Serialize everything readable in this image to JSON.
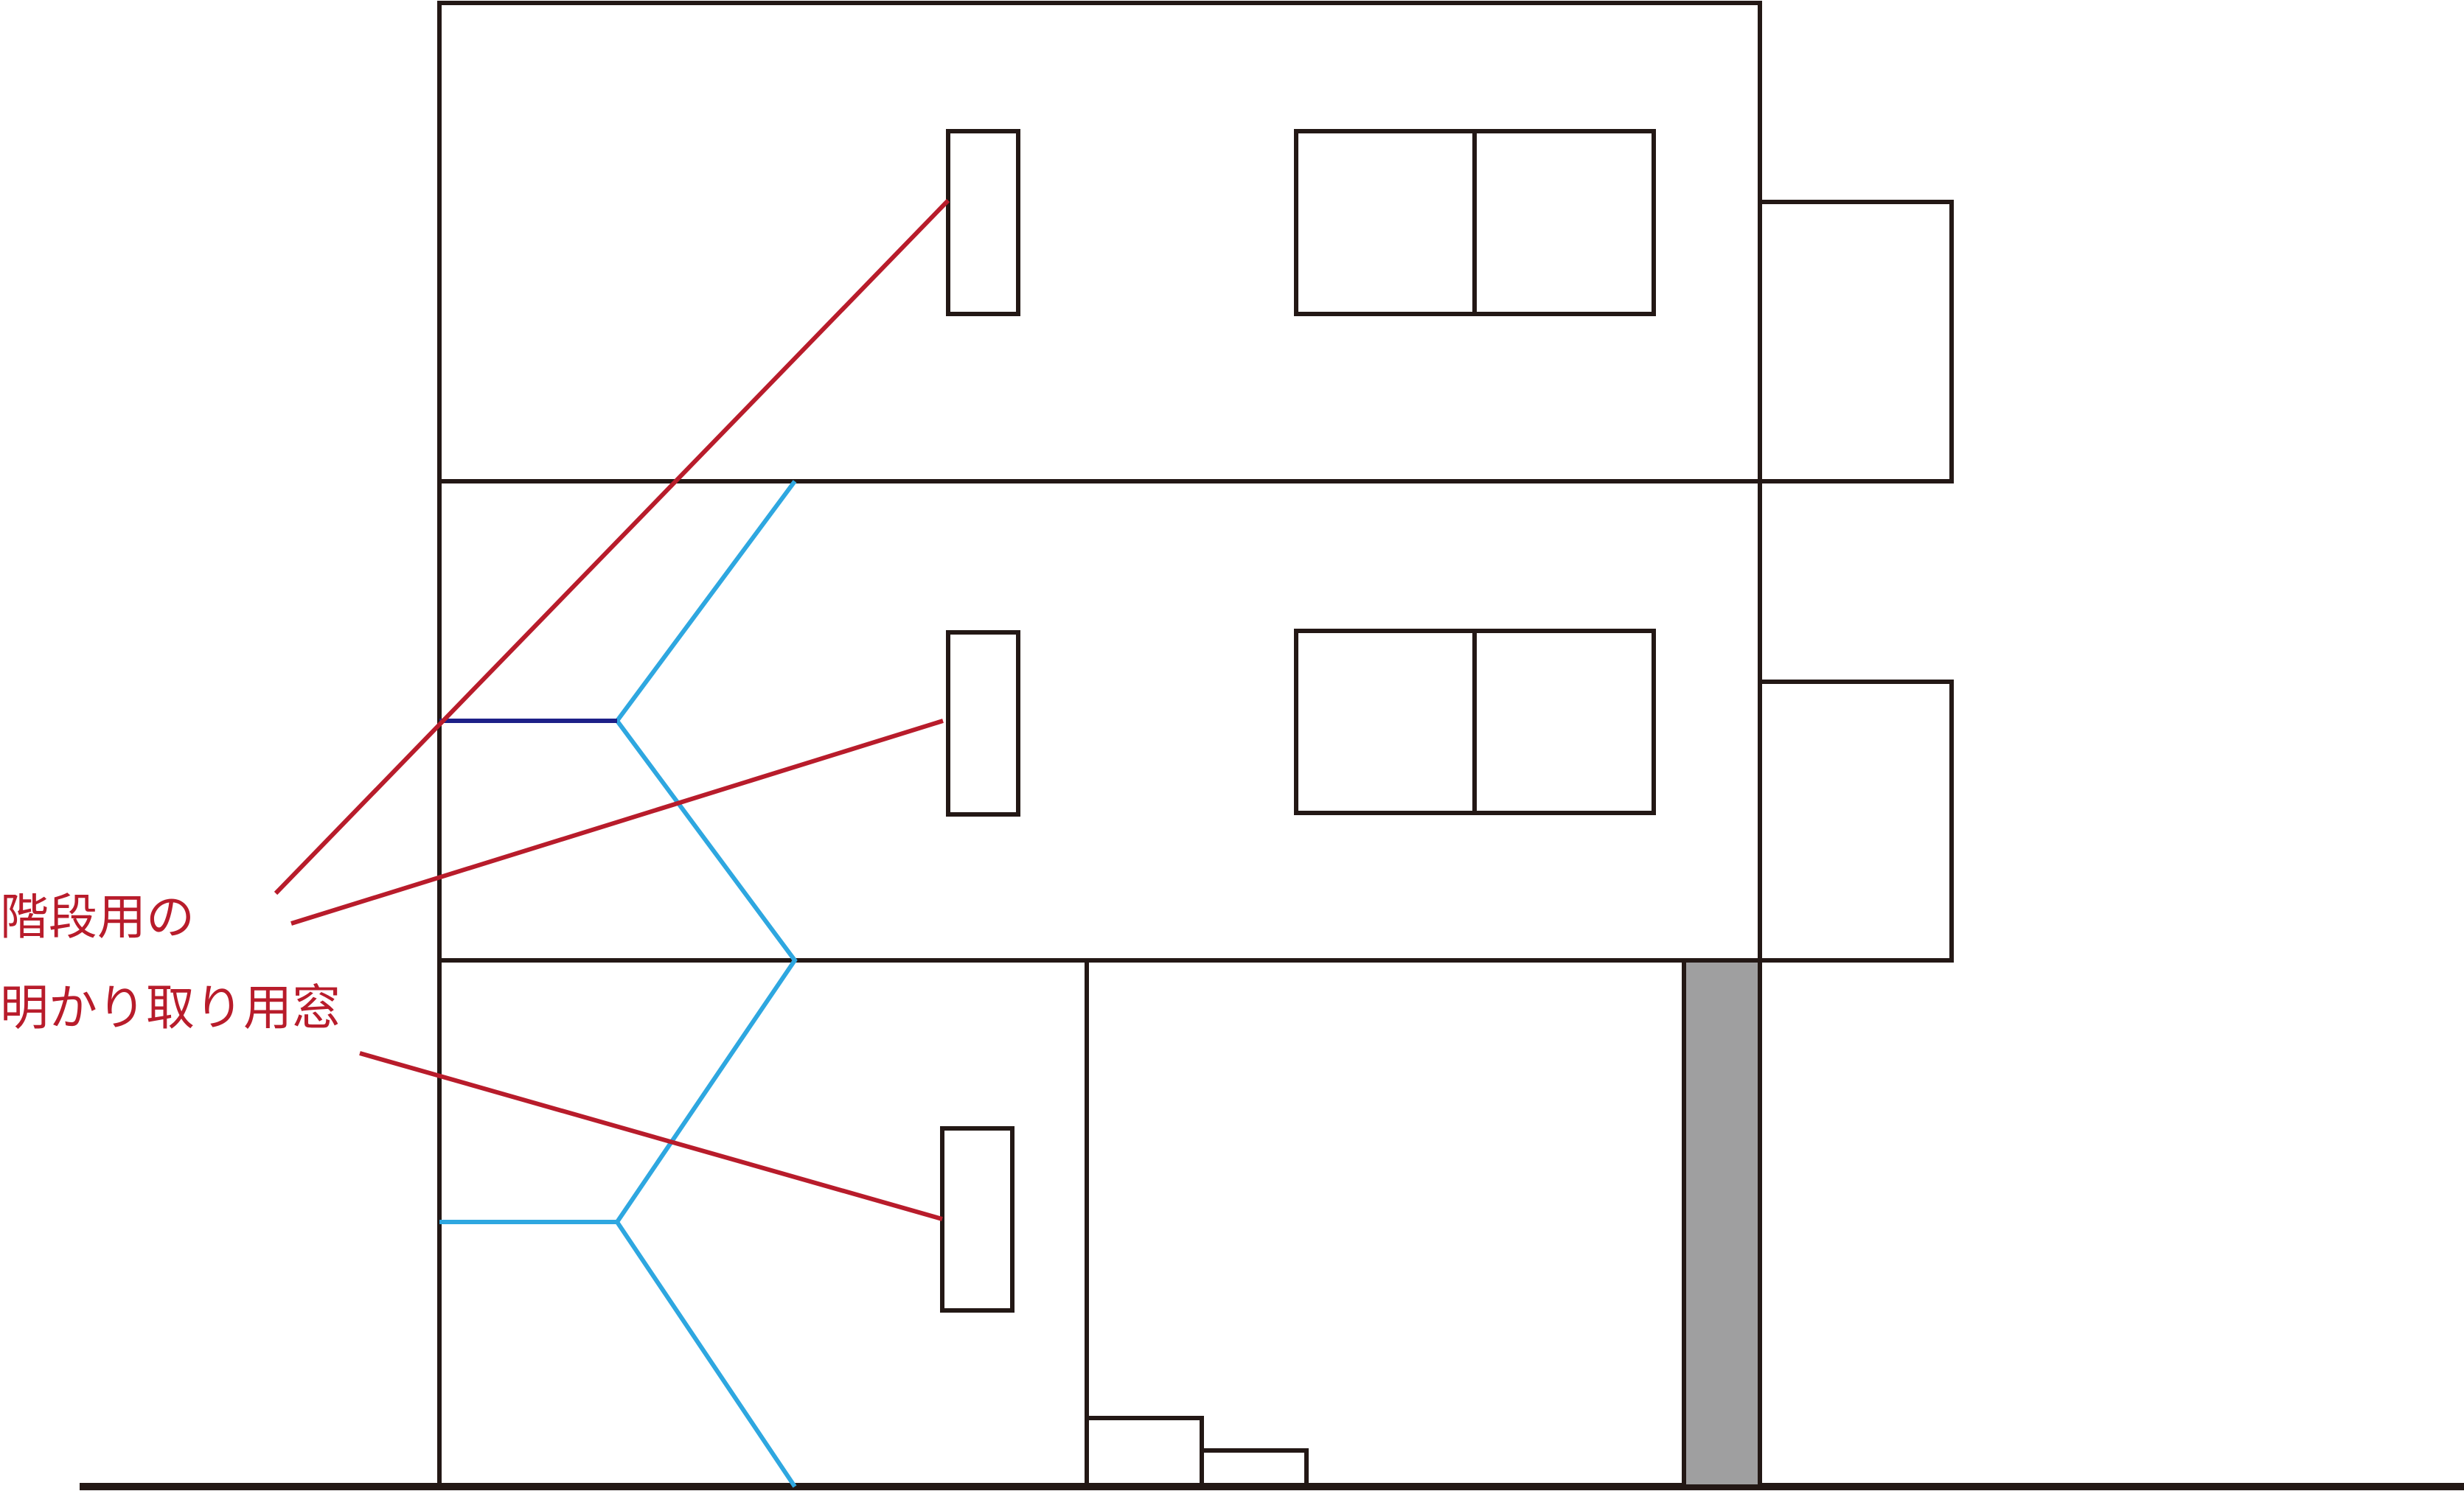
{
  "label": {
    "line1": "階段用の",
    "line2": "明かり取り用窓"
  },
  "colors": {
    "outline": "#231815",
    "leader": "#b81c2b",
    "stair_light": "#2ea7e0",
    "stair_dark": "#1d2088",
    "pillar": "#9f9fa0",
    "background": "#ffffff"
  },
  "icons": [
    "building-elevation"
  ]
}
